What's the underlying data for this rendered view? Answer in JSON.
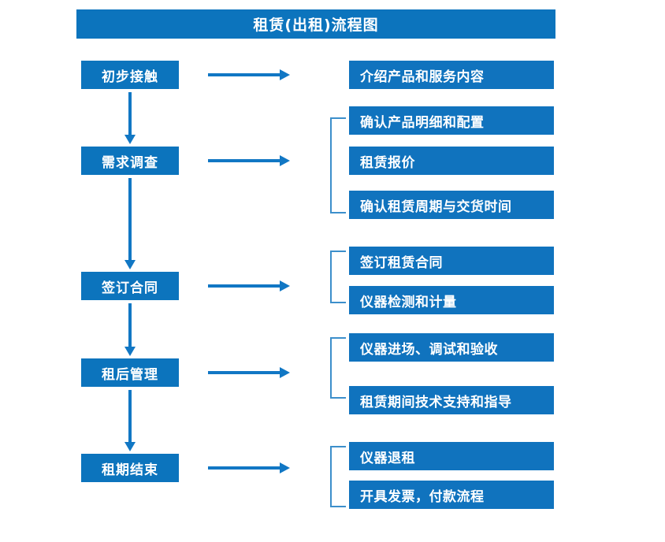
{
  "title": "租赁(出租)流程图",
  "colors": {
    "box_blue": "#0C74BD",
    "detail_blue": "#1073BE",
    "arrow_blue": "#1177C4",
    "bracket_blue": "#3C8FCB",
    "text": "#FFFFFF",
    "background": "#FFFFFF"
  },
  "stages": [
    {
      "label": "初步接触"
    },
    {
      "label": "需求调查"
    },
    {
      "label": "签订合同"
    },
    {
      "label": "租后管理"
    },
    {
      "label": "租期结束"
    }
  ],
  "details": [
    {
      "label": "介绍产品和服务内容"
    },
    {
      "label": "确认产品明细和配置"
    },
    {
      "label": "租赁报价"
    },
    {
      "label": "确认租赁周期与交货时间"
    },
    {
      "label": "签订租赁合同"
    },
    {
      "label": "仪器检测和计量"
    },
    {
      "label": "仪器进场、调试和验收"
    },
    {
      "label": "租赁期间技术支持和指导"
    },
    {
      "label": "仪器退租"
    },
    {
      "label": "开具发票，付款流程"
    }
  ]
}
